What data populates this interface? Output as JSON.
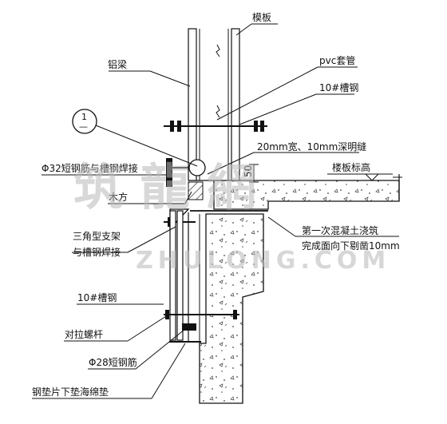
{
  "labels": {
    "formwork": "模板",
    "aluminum_beam": "铝梁",
    "pvc_sleeve": "pvc套管",
    "channel_top": "10#槽钢",
    "detail_circle": "1",
    "detail_circle_sub": "—",
    "reveal_joint": "20mm宽、10mm深明缝",
    "dim_50": "50",
    "short_bar_32": "Φ32短钢筋与槽钢焊接",
    "timber": "木方",
    "slab_elevation": "楼板标高",
    "first_pour_line1": "第一次混凝土浇筑",
    "first_pour_line2": "完成面向下剔凿10mm",
    "bracket_line1": "三角型支架",
    "bracket_line2": "与槽钢焊接",
    "channel_bottom": "10#槽钢",
    "tie_bolt": "对拉螺杆",
    "short_bar_28": "Φ28短钢筋",
    "steel_pad": "钢垫片下垫海绵垫"
  },
  "watermark": {
    "cn": "筑 龍 網",
    "en": "ZHULONG.COM"
  }
}
